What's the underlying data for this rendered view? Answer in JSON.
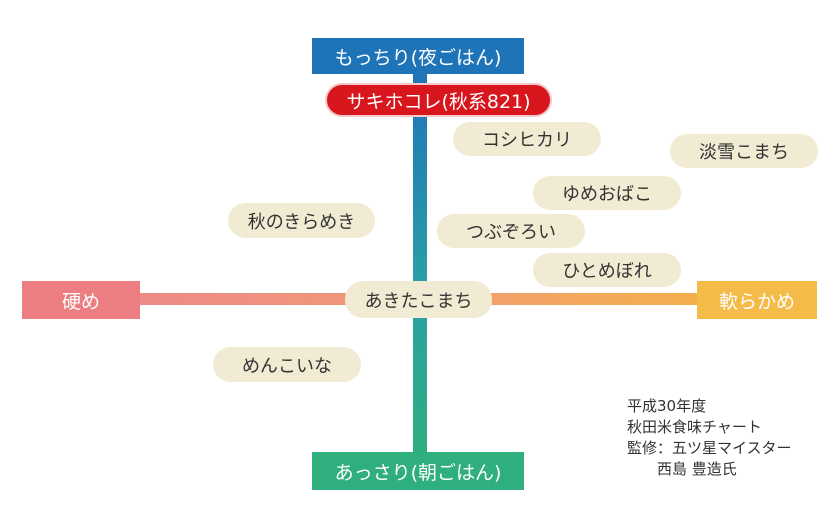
{
  "axes": {
    "top": "もっちり(夜ごはん)",
    "bottom": "あっさり(朝ごはん)",
    "left": "硬め",
    "right": "軟らかめ"
  },
  "highlight": "サキホコレ(秋系821)",
  "center": "あきたこまち",
  "varieties": [
    "コシヒカリ",
    "淡雪こまち",
    "ゆめおばこ",
    "秋のきらめき",
    "つぶぞろい",
    "ひとめぼれ",
    "めんこいな"
  ],
  "notes": [
    "平成30年度",
    "秋田米食味チャート",
    "監修：五ツ星マイスター",
    "　　西島 豊造氏"
  ],
  "colors": {
    "top": "#1f74b8",
    "bottom": "#2fae7e",
    "left": "#ec7d80",
    "right": "#f4bb48",
    "highlight": "#d7161e",
    "pill": "#f1ebd4"
  }
}
